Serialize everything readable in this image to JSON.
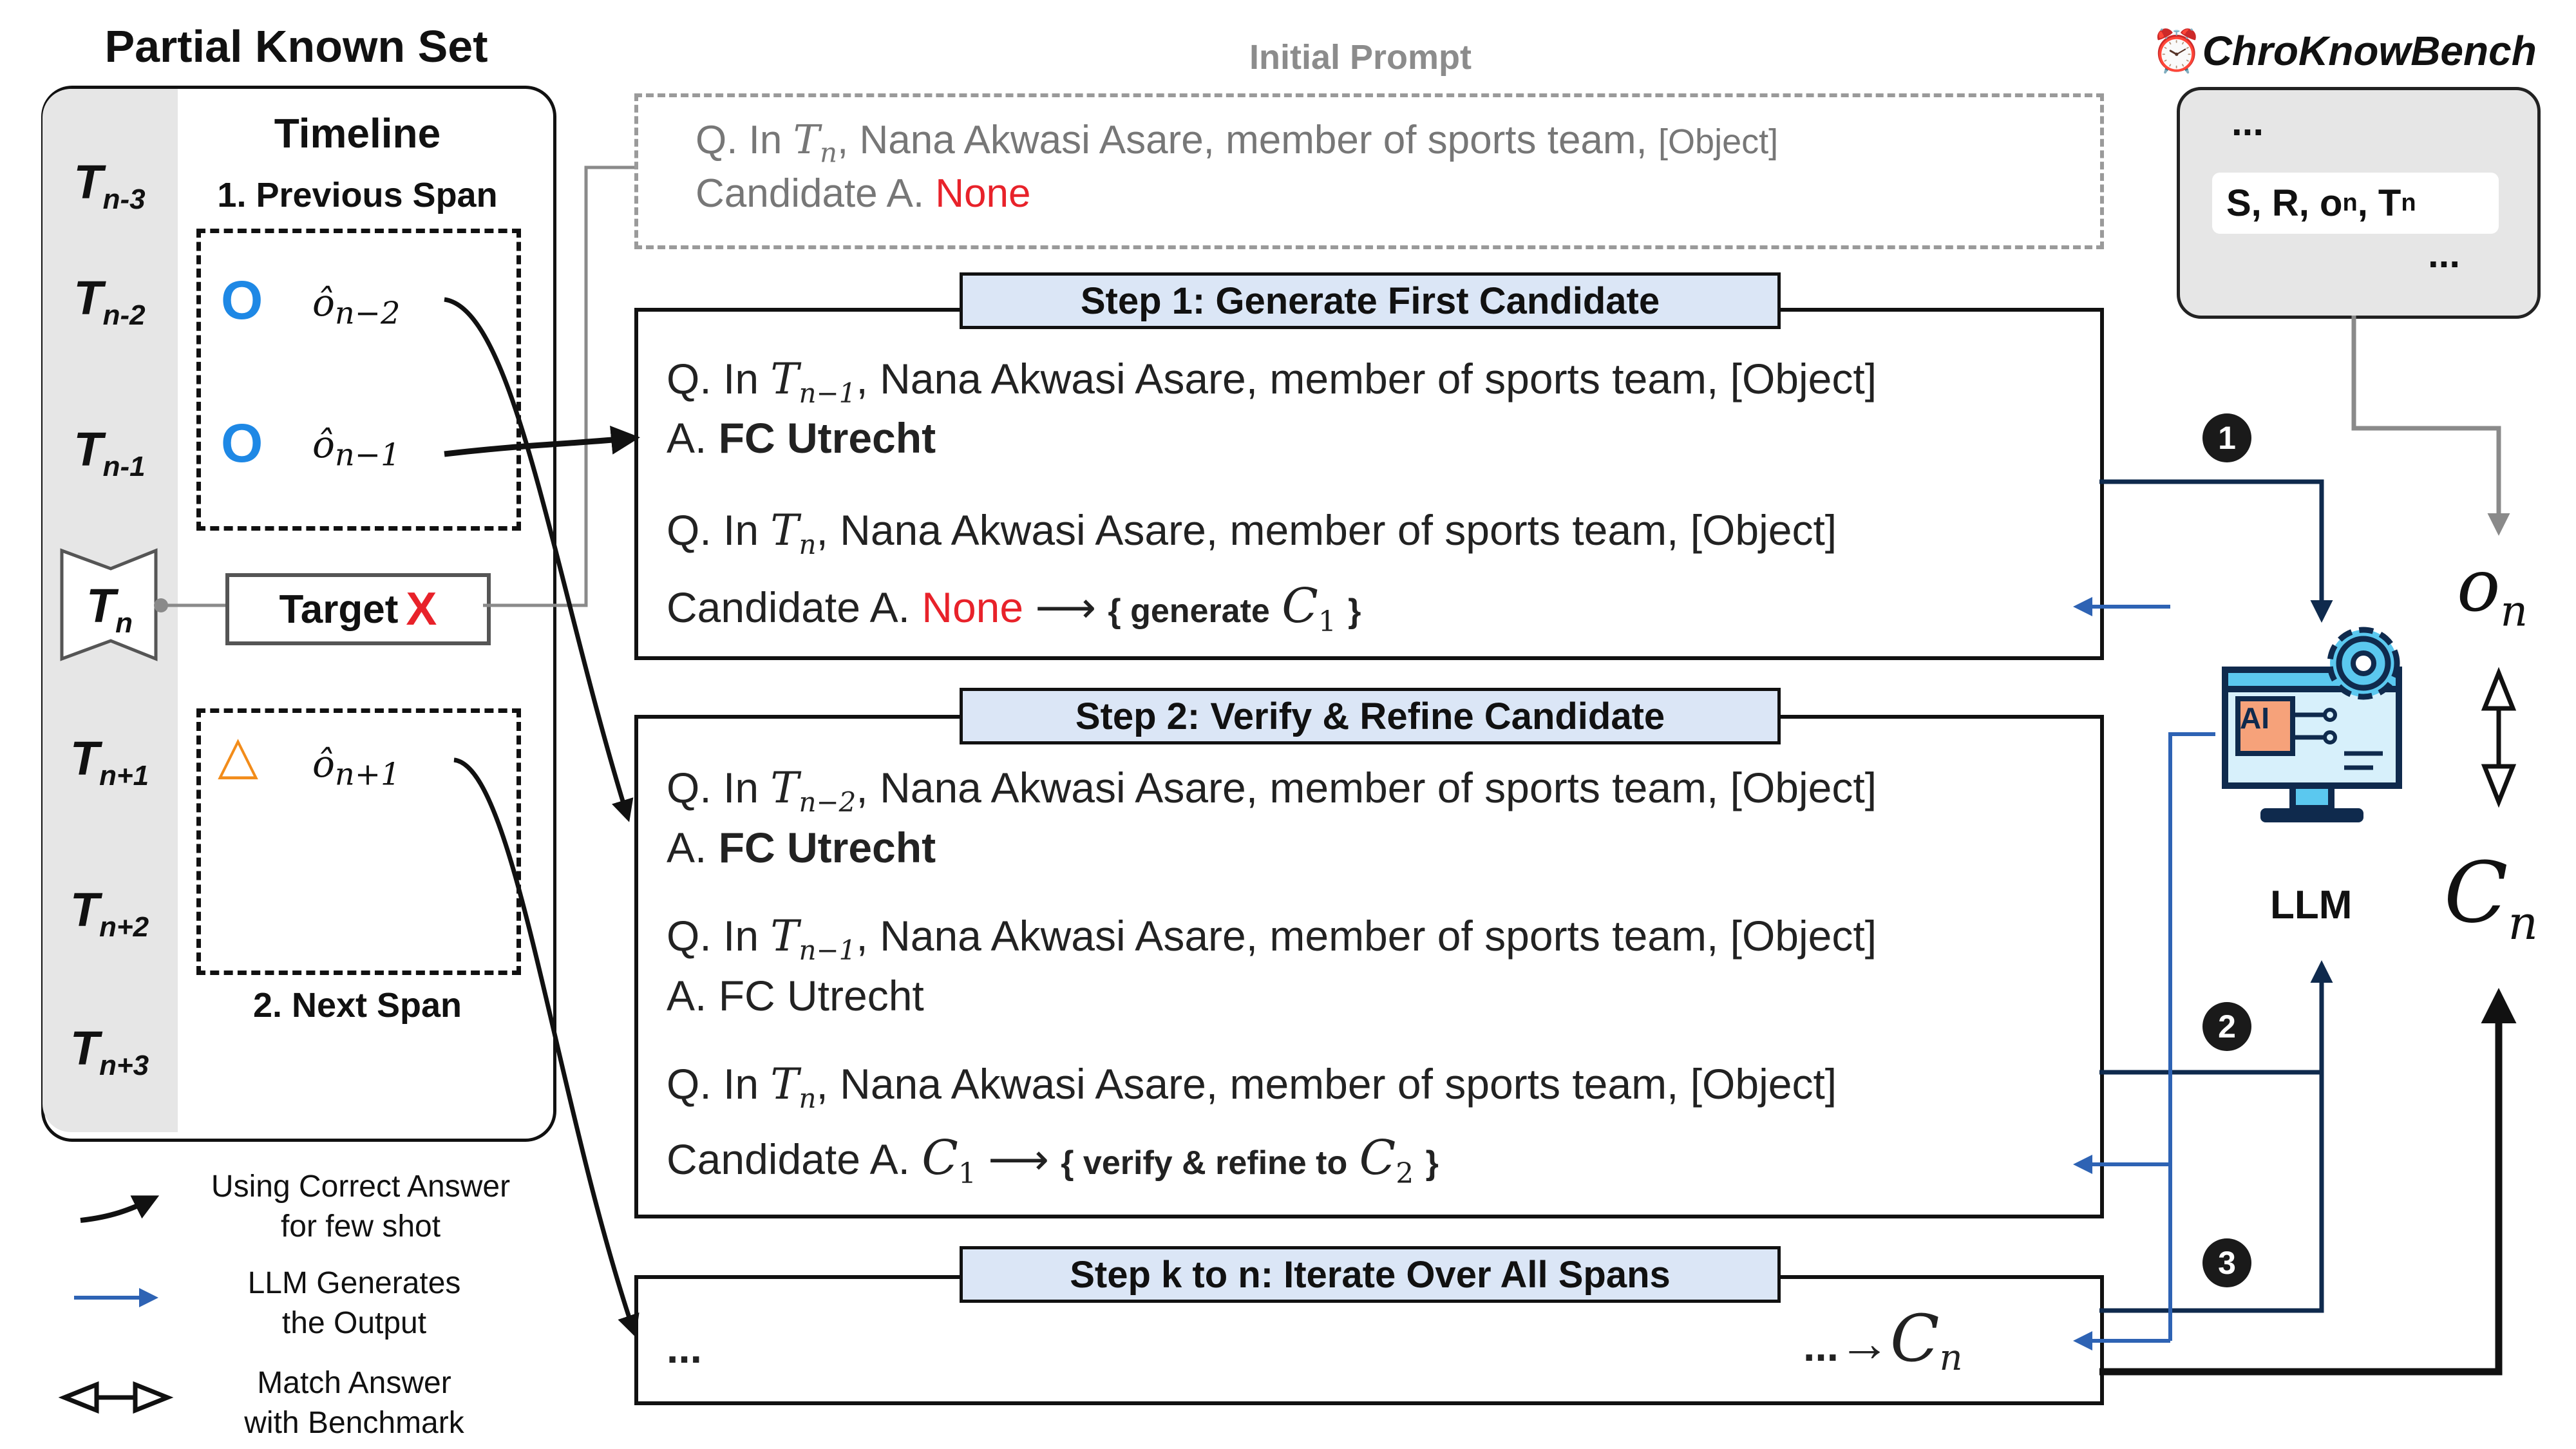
{
  "partial_known_set": {
    "title": "Partial Known Set",
    "timeline_title": "Timeline",
    "previous_span": "1. Previous Span",
    "next_span": "2. Next Span",
    "time_labels": [
      "T",
      "T",
      "T",
      "T",
      "T",
      "T",
      "T"
    ],
    "time_subs": [
      "n-3",
      "n-2",
      "n-1",
      "n",
      "n+1",
      "n+2",
      "n+3"
    ],
    "markers": {
      "circle": "O",
      "triangle": "△"
    },
    "objects": [
      "ô",
      "ô",
      "ô"
    ],
    "object_subs": [
      "n−2",
      "n−1",
      "n+1"
    ],
    "target_label": "Target",
    "target_mark": "X"
  },
  "legend": {
    "items": [
      {
        "line1": "Using Correct Answer",
        "line2": "for few shot"
      },
      {
        "line1": "LLM Generates",
        "line2": "the Output"
      },
      {
        "line1": "Match Answer",
        "line2": "with Benchmark"
      }
    ]
  },
  "initial_prompt": {
    "title": "Initial Prompt",
    "q_prefix": "Q. In",
    "t": "T",
    "t_sub": "n",
    "q_text": ", Nana Akwasi Asare, member of sports team,",
    "object": "[Object]",
    "candidate_prefix": "Candidate A.",
    "none": "None"
  },
  "step1": {
    "title": "Step 1: Generate First Candidate",
    "q1_prefix": "Q. In",
    "q1_t_sub": "n−1",
    "q_text": ", Nana Akwasi Asare, member of sports team, [Object]",
    "a1_prefix": "A.",
    "a1": "FC Utrecht",
    "q2_t_sub": "n",
    "candidate_prefix": "Candidate A.",
    "none": "None",
    "arrow": "⟶",
    "action": "{ generate",
    "c": "C",
    "c_sub": "1",
    "close": "}"
  },
  "step2": {
    "title": "Step 2: Verify & Refine Candidate",
    "q1_t_sub": "n−2",
    "a1": "FC Utrecht",
    "q2_t_sub": "n−1",
    "a2": "FC Utrecht",
    "q3_t_sub": "n",
    "candidate_prefix": "Candidate A.",
    "c_from": "C",
    "c_from_sub": "1",
    "arrow": "⟶",
    "action": "{ verify & refine to",
    "c_to": "C",
    "c_to_sub": "2",
    "close": "}"
  },
  "stepk": {
    "title": "Step k to n: Iterate Over All Spans",
    "left": "...",
    "right": "...",
    "arrow": "→",
    "c": "C",
    "c_sub": "n"
  },
  "benchmark": {
    "clock_icon": "⏰",
    "title": "ChroKnowBench",
    "dots_top": "...",
    "row": "S, R, o",
    "row_sub1": "n",
    "row_mid": ", T",
    "row_sub2": "n",
    "dots_bottom": "..."
  },
  "llm": {
    "label": "LLM",
    "icon_text": "AI",
    "steps": [
      "1",
      "2",
      "3"
    ]
  },
  "outputs": {
    "o": "o",
    "o_sub": "n",
    "c": "C",
    "c_sub": "n"
  },
  "colors": {
    "blue_marker": "#1e88e5",
    "orange_marker": "#f28c1a",
    "red": "#e8222a",
    "flow_blue": "#2e63b4",
    "step_title_bg": "#dbe6f6",
    "dark_navy": "#0f2a4d"
  }
}
